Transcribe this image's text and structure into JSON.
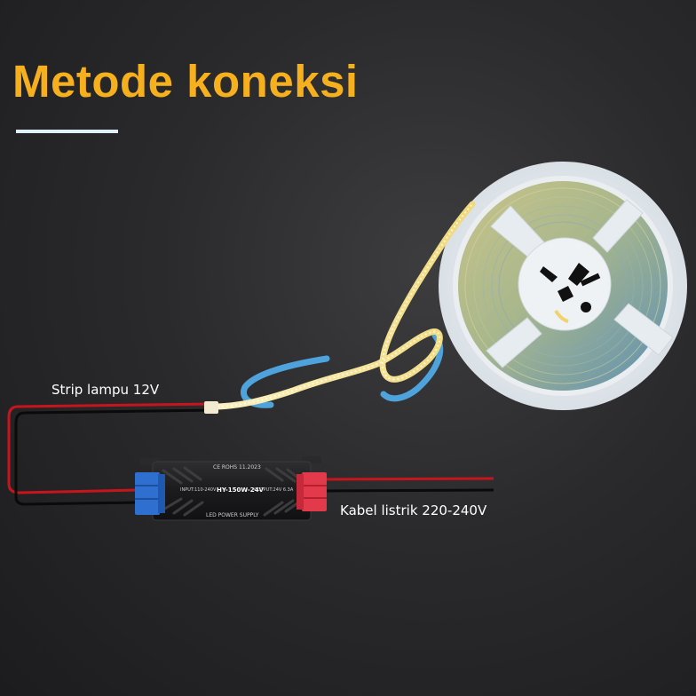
{
  "title": "Metode koneksi",
  "labels": {
    "strip": "Strip lampu 12V",
    "power_cable": "Kabel listrik 220-240V"
  },
  "power_supply": {
    "cert_text": "CE  ROHS  11.2023",
    "input_text": "INPUT:110-240V",
    "model_text": "HY-150W-24V",
    "output_text": "OUTPUT:24V 6.3A",
    "name_text": "LED POWER SUPPLY"
  },
  "colors": {
    "title": "#f6b01e",
    "underline": "#dff0fb",
    "background": "#232325",
    "wire_red": "#c8141c",
    "wire_black": "#0a0a0a",
    "terminal_blue": "#2f6fd0",
    "terminal_red": "#e23a4a",
    "reel": "#e9eef2",
    "led_warm": "#f3e3a0",
    "strip_blue_back": "#4fa3dc"
  }
}
